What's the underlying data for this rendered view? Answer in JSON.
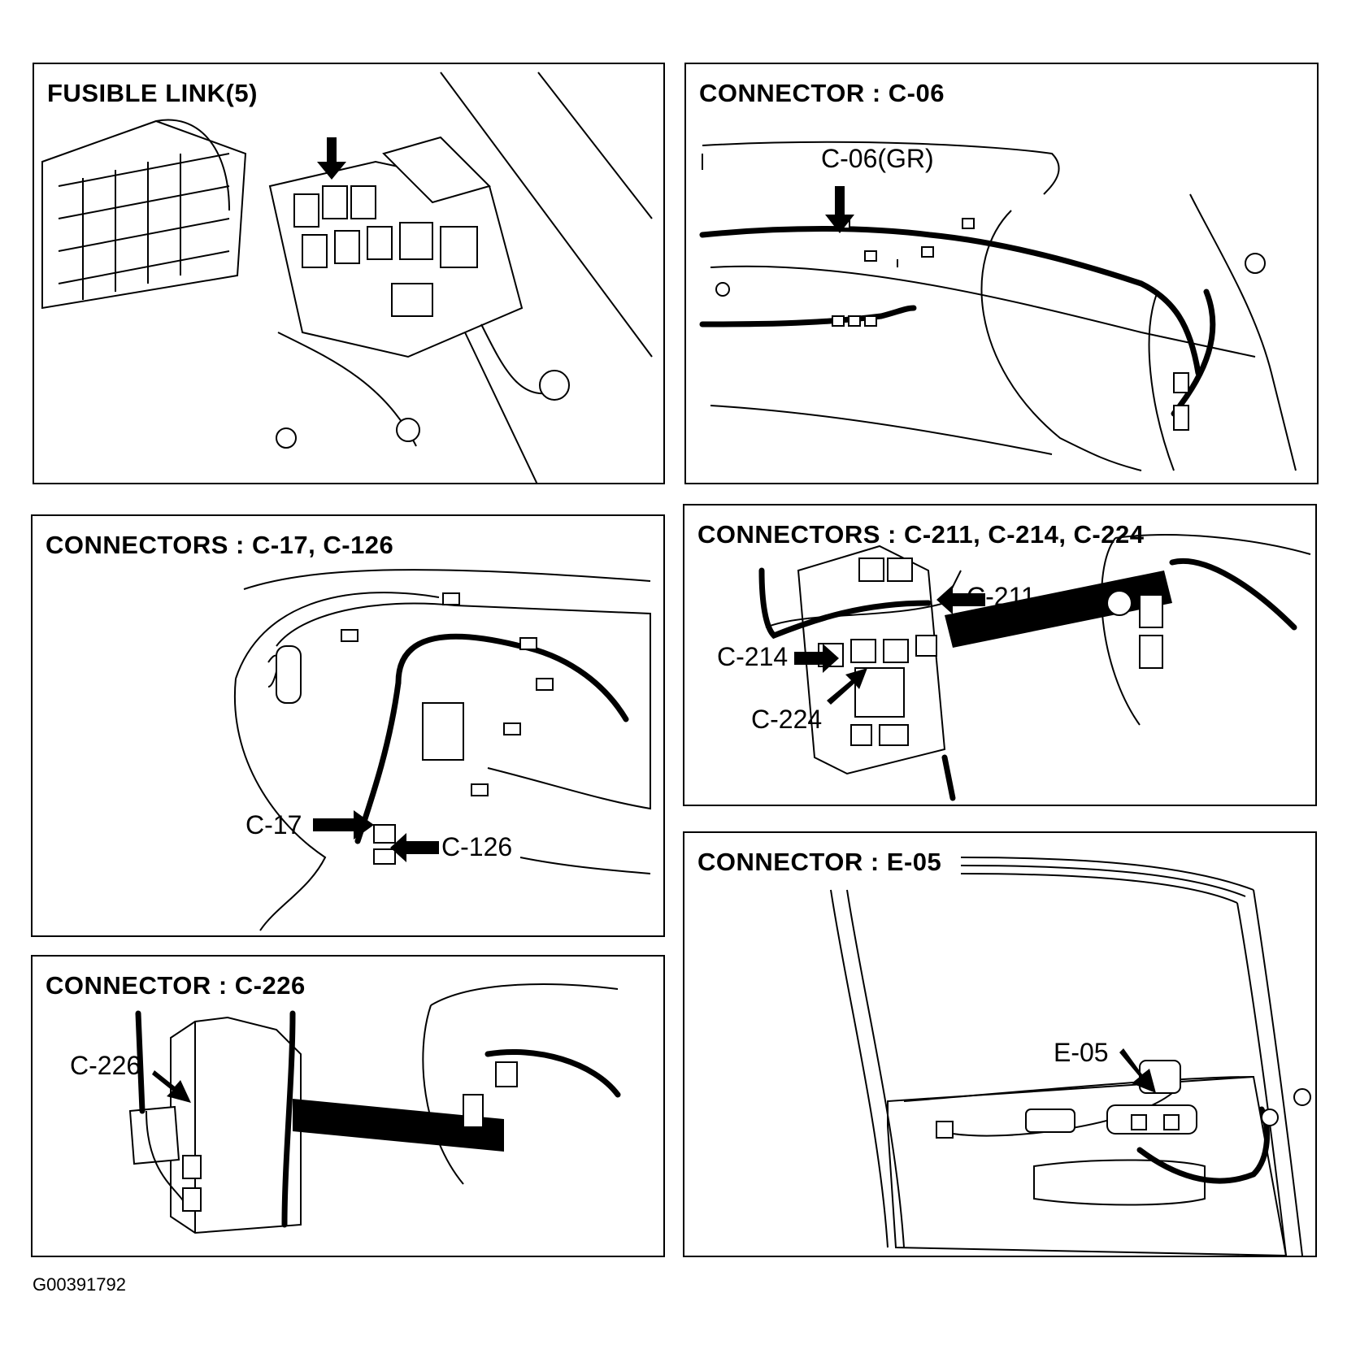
{
  "panels": {
    "fusible_link": {
      "title": "FUSIBLE LINK(5)"
    },
    "c06": {
      "title": "CONNECTOR : C-06",
      "callout": "C-06(GR)"
    },
    "c17": {
      "title": "CONNECTORS : C-17, C-126",
      "callouts": [
        "C-17",
        "C-126"
      ]
    },
    "c211": {
      "title": "CONNECTORS : C-211, C-214, C-224",
      "callouts": [
        "C-211",
        "C-214",
        "C-224"
      ]
    },
    "c226": {
      "title": "CONNECTOR : C-226",
      "callout": "C-226"
    },
    "e05": {
      "title": "CONNECTOR : E-05",
      "callout": "E-05"
    }
  },
  "figure_id": "G00391792"
}
